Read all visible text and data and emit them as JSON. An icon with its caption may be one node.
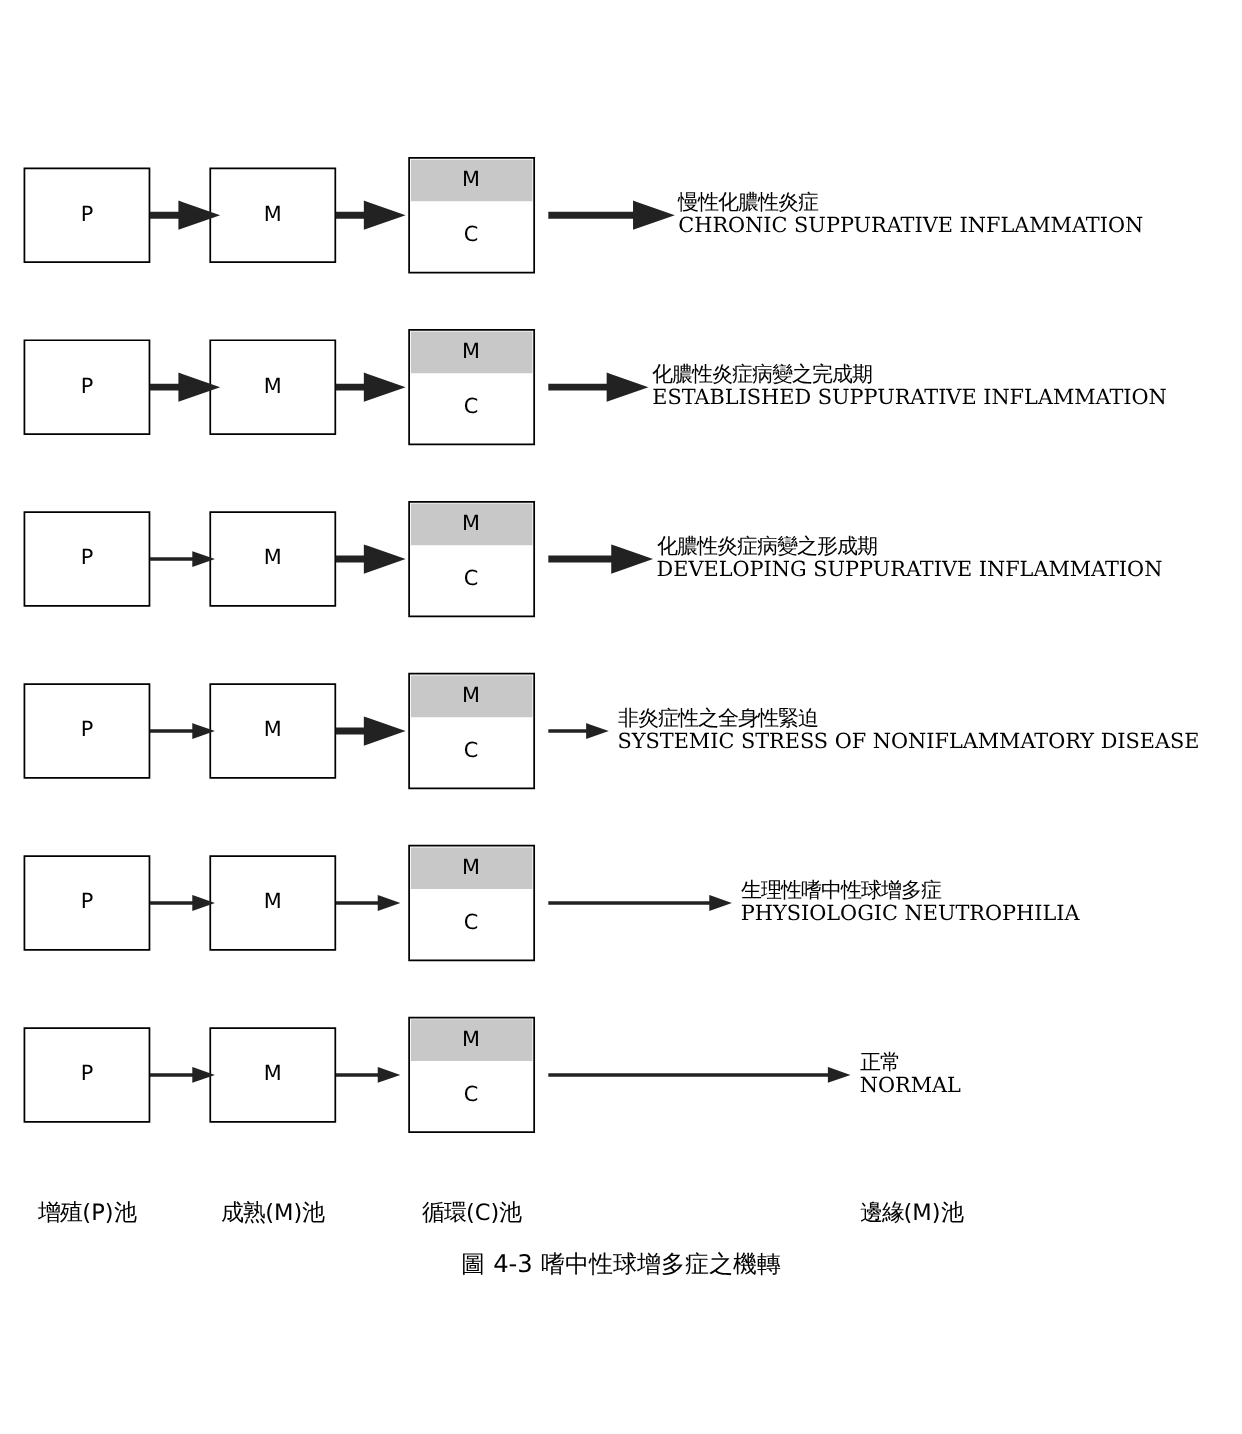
{
  "diagram": {
    "caption": "圖 4-3 嗜中性球增多症之機轉",
    "nodes": [
      {
        "text": [
          "P"
        ]
      },
      {
        "text": [
          "M"
        ]
      },
      {
        "text": [
          "M",
          "C"
        ]
      },
      {
        "text": [
          "正常",
          "NORMAL"
        ]
      },
      {
        "text": [
          "P"
        ]
      },
      {
        "text": [
          "M"
        ]
      },
      {
        "text": [
          "M",
          "C"
        ]
      },
      {
        "text": [
          "生理性嗜中性球增多症",
          "PHYSIOLOGIC NEUTROPHILIA"
        ]
      },
      {
        "text": [
          "P"
        ]
      },
      {
        "text": [
          "M"
        ]
      },
      {
        "text": [
          "M",
          "C"
        ]
      },
      {
        "text": [
          "非炎症性之全身性緊迫",
          "SYSTEMIC STRESS OF NONIFLAMMATORY DISEASE"
        ]
      },
      {
        "text": [
          "P"
        ]
      },
      {
        "text": [
          "M"
        ]
      },
      {
        "text": [
          "M",
          "C"
        ]
      },
      {
        "text": [
          "化膿性炎症病變之形成期",
          "DEVELOPING SUPPURATIVE INFLAMMATION"
        ]
      },
      {
        "text": [
          "P"
        ]
      },
      {
        "text": [
          "M"
        ]
      },
      {
        "text": [
          "M",
          "C"
        ]
      },
      {
        "text": [
          "化膿性炎症病變之完成期",
          "ESTABLISHED SUPPURATIVE INFLAMMATION"
        ]
      },
      {
        "text": [
          "P"
        ]
      },
      {
        "text": [
          "M"
        ]
      },
      {
        "text": [
          "M",
          "C"
        ]
      },
      {
        "text": [
          "慢性化膿性炎症",
          "CHRONIC SUPPURATIVE INFLAMMATION"
        ]
      }
    ],
    "edges": [
      {
        "from": 0,
        "to": 1,
        "arrow": "to"
      },
      {
        "from": 1,
        "to": 2,
        "arrow": "to"
      },
      {
        "from": 2,
        "to": 3,
        "arrow": "to"
      },
      {
        "from": 4,
        "to": 5,
        "arrow": "to"
      },
      {
        "from": 5,
        "to": 6,
        "arrow": "to"
      },
      {
        "from": 6,
        "to": 7,
        "arrow": "to"
      },
      {
        "from": 8,
        "to": 9,
        "arrow": "to"
      },
      {
        "from": 9,
        "to": 10,
        "arrow": "to",
        "style": "thick"
      },
      {
        "from": 10,
        "to": 11,
        "arrow": "to"
      },
      {
        "from": 12,
        "to": 13,
        "arrow": "to"
      },
      {
        "from": 13,
        "to": 14,
        "arrow": "to",
        "style": "thick"
      },
      {
        "from": 14,
        "to": 15,
        "arrow": "to",
        "style": "thick"
      },
      {
        "from": 16,
        "to": 17,
        "arrow": "to",
        "style": "thick"
      },
      {
        "from": 17,
        "to": 18,
        "arrow": "to",
        "style": "thick"
      },
      {
        "from": 18,
        "to": 19,
        "arrow": "to",
        "style": "thick"
      },
      {
        "from": 20,
        "to": 21,
        "arrow": "to",
        "style": "thick"
      },
      {
        "from": 21,
        "to": 22,
        "arrow": "to",
        "style": "thick"
      },
      {
        "from": 22,
        "to": 23,
        "arrow": "to",
        "style": "thick"
      }
    ],
    "labels": [
      "增殖(P)池",
      "成熟(M)池",
      "循環(C)池",
      "邊緣(M)池"
    ]
  }
}
